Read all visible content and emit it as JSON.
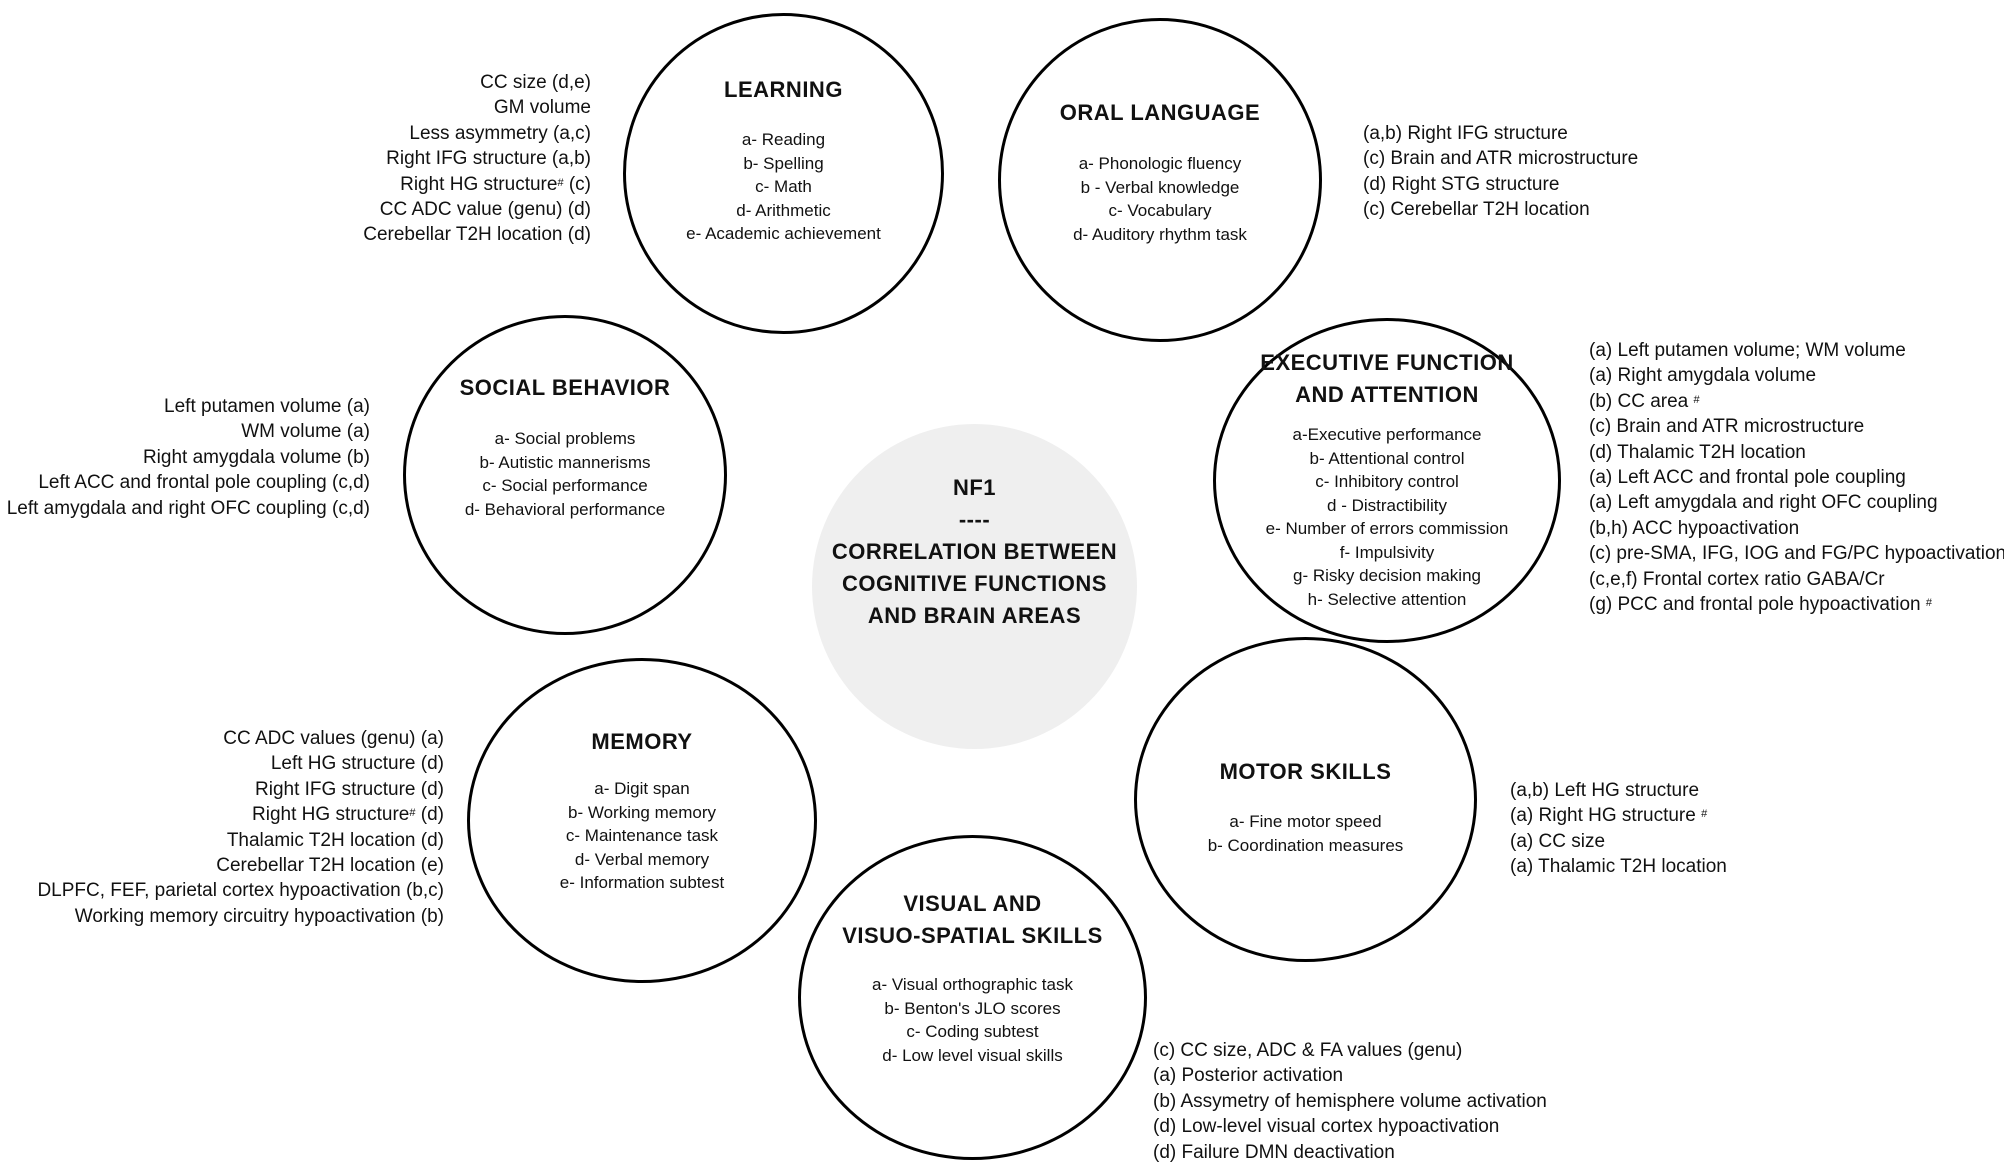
{
  "center": {
    "lines": [
      "NF1",
      "----",
      "CORRELATION BETWEEN",
      "COGNITIVE FUNCTIONS",
      "AND BRAIN AREAS"
    ]
  },
  "circles": {
    "learning": {
      "title": [
        "LEARNING"
      ],
      "items": [
        "a- Reading",
        "b- Spelling",
        "c- Math",
        "d- Arithmetic",
        "e- Academic achievement"
      ]
    },
    "oral_language": {
      "title": [
        "ORAL LANGUAGE"
      ],
      "items": [
        "a- Phonologic fluency",
        "b - Verbal knowledge",
        "c- Vocabulary",
        "d- Auditory rhythm task"
      ]
    },
    "social_behavior": {
      "title": [
        "SOCIAL BEHAVIOR"
      ],
      "items": [
        "a- Social problems",
        "b- Autistic mannerisms",
        "c- Social performance",
        "d- Behavioral performance"
      ]
    },
    "executive_function": {
      "title": [
        "EXECUTIVE FUNCTION",
        "AND ATTENTION"
      ],
      "items": [
        "a-Executive performance",
        "b- Attentional control",
        "c- Inhibitory control",
        "d - Distractibility",
        "e- Number of errors commission",
        "f- Impulsivity",
        "g- Risky decision making",
        "h- Selective attention"
      ]
    },
    "memory": {
      "title": [
        "MEMORY"
      ],
      "items": [
        "a- Digit span",
        "b- Working memory",
        "c- Maintenance task",
        "d- Verbal memory",
        "e- Information subtest"
      ]
    },
    "motor_skills": {
      "title": [
        "MOTOR SKILLS"
      ],
      "items": [
        "a- Fine motor speed",
        "b- Coordination measures"
      ]
    },
    "visual": {
      "title": [
        "VISUAL AND",
        "VISUO-SPATIAL SKILLS"
      ],
      "items": [
        "a- Visual orthographic task",
        "b- Benton's JLO scores",
        "c- Coding subtest",
        "d- Low level visual skills"
      ]
    }
  },
  "notes": {
    "learning": [
      "CC size (d,e)",
      "GM volume",
      "Less asymmetry (a,c)",
      "Right IFG structure (a,b)",
      "Right HG structure",
      "(c)",
      "CC ADC value (genu) (d)",
      "Cerebellar T2H location (d)"
    ],
    "oral_language": [
      "(a,b) Right IFG structure",
      "(c) Brain and ATR microstructure",
      "(d) Right STG structure",
      "(c) Cerebellar T2H location"
    ],
    "social_behavior": [
      "Left putamen volume (a)",
      "WM volume (a)",
      "Right amygdala volume (b)",
      "Left ACC and frontal pole coupling (c,d)",
      "Left amygdala and right OFC coupling (c,d)"
    ],
    "executive_function": [
      "(a) Left putamen volume;  WM volume",
      "(a) Right amygdala volume",
      "(b) CC area",
      "(c) Brain and ATR microstructure",
      "(d) Thalamic T2H location",
      "(a) Left ACC and frontal pole coupling",
      "(a) Left amygdala and right OFC coupling",
      "(b,h) ACC hypoactivation",
      "(c) pre-SMA, IFG, IOG and FG/PC hypoactivation",
      "(c,e,f) Frontal cortex  ratio GABA/Cr",
      "(g) PCC and frontal pole hypoactivation"
    ],
    "memory": [
      "CC ADC values (genu) (a)",
      "Left HG structure (d)",
      "Right IFG structure (d)",
      "Right HG structure",
      "(d)",
      "Thalamic T2H location (d)",
      "Cerebellar T2H location (e)",
      "DLPFC, FEF, parietal cortex hypoactivation (b,c)",
      "Working memory circuitry hypoactivation (b)"
    ],
    "motor_skills": [
      "(a,b) Left HG structure",
      "(a) Right HG structure",
      "(a) CC size",
      "(a) Thalamic T2H location"
    ],
    "visual": [
      "(c) CC size, ADC  & FA values (genu)",
      "(a) Posterior activation",
      "(b) Assymetry  of hemisphere volume  activation",
      "(d) Low-level visual cortex hypoactivation",
      "(d) Failure DMN deactivation"
    ],
    "hash_mark": "#"
  }
}
